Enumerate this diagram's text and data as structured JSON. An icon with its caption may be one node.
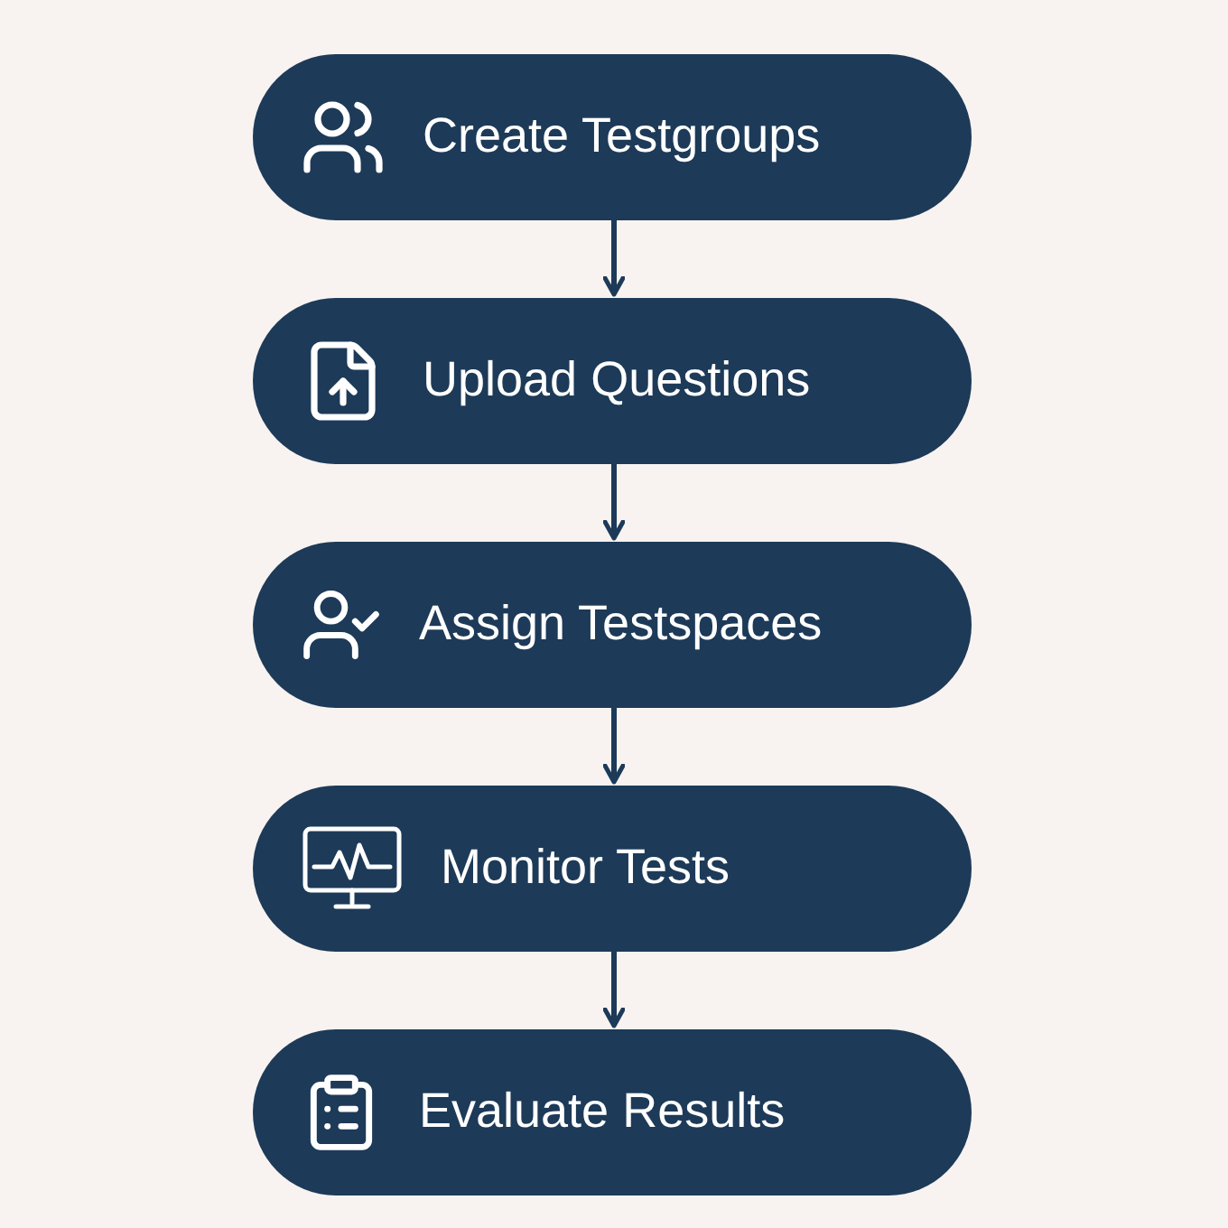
{
  "diagram": {
    "nodes": [
      {
        "text": [
          "Create Testgroups"
        ]
      },
      {
        "text": [
          "Upload Questions"
        ]
      },
      {
        "text": [
          "Assign Testspaces"
        ]
      },
      {
        "text": [
          "Monitor Tests"
        ]
      },
      {
        "text": [
          "Evaluate Results"
        ]
      }
    ],
    "edges": [
      {
        "from": 0,
        "to": 1,
        "arrow": "to"
      },
      {
        "from": 1,
        "to": 2,
        "arrow": "to"
      },
      {
        "from": 2,
        "to": 3,
        "arrow": "to"
      },
      {
        "from": 3,
        "to": 4,
        "arrow": "to"
      }
    ]
  }
}
